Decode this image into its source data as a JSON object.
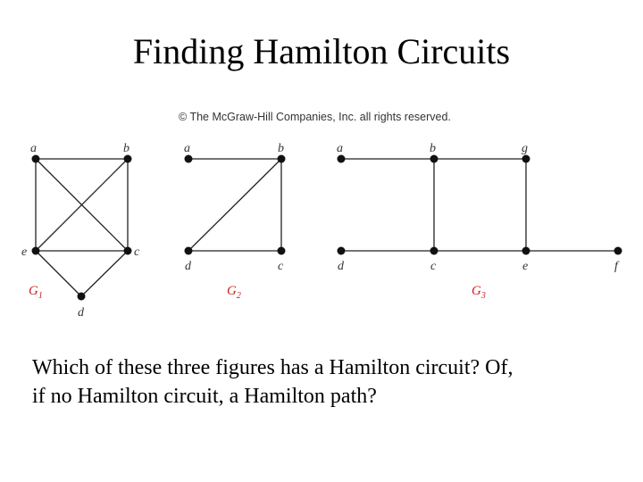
{
  "slide": {
    "title": "Finding Hamilton Circuits",
    "copyright": "© The McGraw-Hill Companies, Inc. all rights reserved.",
    "question_line1": "Which of these three figures has a Hamilton circuit?  Of,",
    "question_line2": "if no Hamilton circuit, a Hamilton path?"
  },
  "graphs": [
    {
      "name": "G",
      "subscript": "1",
      "vertices": [
        "a",
        "b",
        "c",
        "d",
        "e"
      ],
      "edges": [
        [
          "a",
          "b"
        ],
        [
          "a",
          "e"
        ],
        [
          "a",
          "c"
        ],
        [
          "b",
          "c"
        ],
        [
          "b",
          "e"
        ],
        [
          "e",
          "c"
        ],
        [
          "e",
          "d"
        ],
        [
          "c",
          "d"
        ]
      ]
    },
    {
      "name": "G",
      "subscript": "2",
      "vertices": [
        "a",
        "b",
        "c",
        "d"
      ],
      "edges": [
        [
          "a",
          "b"
        ],
        [
          "b",
          "c"
        ],
        [
          "b",
          "d"
        ],
        [
          "d",
          "c"
        ]
      ]
    },
    {
      "name": "G",
      "subscript": "3",
      "vertices": [
        "a",
        "b",
        "g",
        "d",
        "c",
        "e",
        "f"
      ],
      "edges": [
        [
          "a",
          "b"
        ],
        [
          "b",
          "g"
        ],
        [
          "b",
          "c"
        ],
        [
          "g",
          "e"
        ],
        [
          "d",
          "c"
        ],
        [
          "c",
          "e"
        ],
        [
          "e",
          "f"
        ]
      ]
    }
  ]
}
